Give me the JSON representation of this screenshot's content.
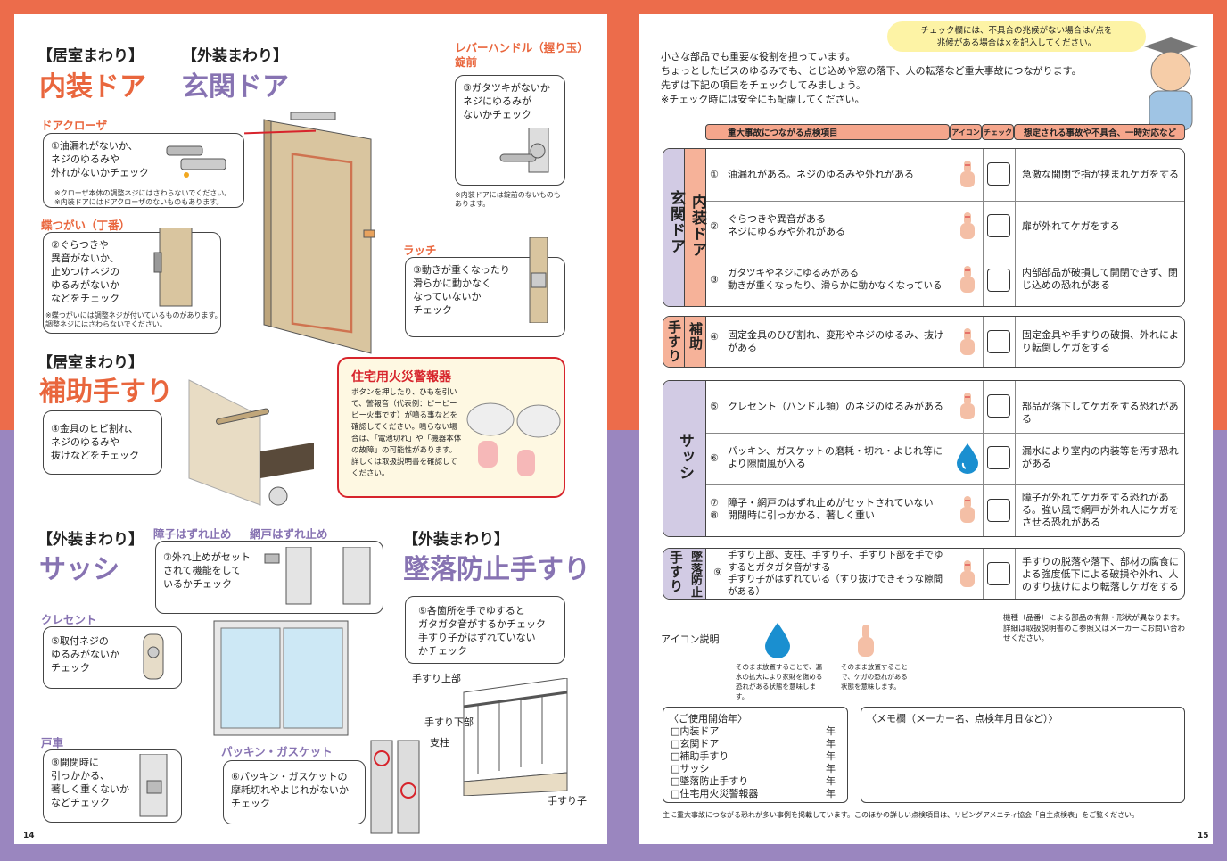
{
  "left": {
    "sec1": {
      "cat_a": "【居室まわり】",
      "title_a": "内装ドア",
      "cat_b": "【外装まわり】",
      "title_b": "玄関ドア"
    },
    "closer": {
      "label": "ドアクローザ",
      "text": "①油漏れがないか、\nネジのゆるみや\n外れがないかチェック",
      "note": "※クローザ本体の調整ネジにはさわらないでください。\n※内装ドアにはドアクローザのないものもあります。"
    },
    "hinge": {
      "label": "蝶つがい（丁番）",
      "text": "②ぐらつきや\n異音がないか、\n止めつけネジの\nゆるみがないか\nなどをチェック",
      "note": "※蝶つがいには調整ネジが付いているものがあります。\n調整ネジにはさわらないでください。"
    },
    "lever": {
      "label": "レバーハンドル（握り玉）\n錠前",
      "text": "③ガタツキがないか\nネジにゆるみが\nないかチェック",
      "note": "※内装ドアには錠前のないものも\nあります。"
    },
    "latch": {
      "label": "ラッチ",
      "text": "③動きが重くなったり\n滑らかに動かなく\nなっていないか\nチェック"
    },
    "sec2": {
      "cat": "【居室まわり】",
      "title": "補助手すり",
      "text": "④金具のヒビ割れ、\nネジのゆるみや\n抜けなどをチェック"
    },
    "alarm": {
      "title": "住宅用火災警報器",
      "text": "ボタンを押したり、ひもを引いて、警報音（代表例：ピーピーピー火事です）が鳴る事などを確認してください。鳴らない場合は、「電池切れ」や「機器本体の故障」の可能性があります。詳しくは取扱説明書を確認してください。"
    },
    "sec3": {
      "cat": "【外装まわり】",
      "title": "サッシ",
      "stop1": "障子はずれ止め",
      "stop2": "網戸はずれ止め",
      "stop_text": "⑦外れ止めがセット\nされて機能をして\nいるかチェック",
      "crescent_label": "クレセント",
      "crescent_text": "⑤取付ネジの\nゆるみがないか\nチェック",
      "roller_label": "戸車",
      "roller_text": "⑧開閉時に\n引っかかる、\n著しく重くないか\nなどチェック",
      "gasket_label": "パッキン・ガスケット",
      "gasket_text": "⑥パッキン・ガスケットの\n摩耗切れやよじれがないか\nチェック"
    },
    "sec4": {
      "cat": "【外装まわり】",
      "title": "墜落防止手すり",
      "text": "⑨各箇所を手でゆすると\nガタガタ音がするかチェック\n手すり子がはずれていない\nかチェック",
      "p1": "手すり上部",
      "p2": "手すり下部",
      "p3": "支柱",
      "p4": "手すり子"
    },
    "page_no": "14"
  },
  "right": {
    "balloon": "チェック欄には、不具合の兆候がない場合は√点を\n兆候がある場合は×を記入してください。",
    "intro": [
      "小さな部品でも重要な役割を担っています。",
      "ちょっとしたビスのゆるみでも、とじ込めや窓の落下、人の転落など重大事故につながります。",
      "先ずは下記の項目をチェックしてみましょう。",
      "※チェック時には安全にも配慮してください。"
    ],
    "headers": {
      "item": "重大事故につながる点検項目",
      "icon": "アイコン",
      "check": "チェック",
      "result": "想定される事故や不具合、一時対応など"
    },
    "groups": [
      {
        "label_a": "玄関ドア",
        "label_b": "内装ドア",
        "rows": [
          {
            "no": "①",
            "item": "油漏れがある。ネジのゆるみや外れがある",
            "result": "急激な開閉で指が挟まれケガをする",
            "icon": "finger-icon"
          },
          {
            "no": "②",
            "item": "ぐらつきや異音がある\nネジにゆるみや外れがある",
            "result": "扉が外れてケガをする",
            "icon": "finger-icon"
          },
          {
            "no": "③",
            "item": "ガタツキやネジにゆるみがある\n動きが重くなったり、滑らかに動かなくなっている",
            "result": "内部部品が破損して開閉できず、閉じ込めの恐れがある",
            "icon": "finger-icon"
          }
        ]
      },
      {
        "label_a": "補助",
        "label_b": "手すり",
        "rows": [
          {
            "no": "④",
            "item": "固定金具のひび割れ、変形やネジのゆるみ、抜けがある",
            "result": "固定金具や手すりの破損、外れにより転倒しケガをする",
            "icon": "finger-icon"
          }
        ]
      },
      {
        "label_a": "サッシ",
        "rows": [
          {
            "no": "⑤",
            "item": "クレセント（ハンドル類）のネジのゆるみがある",
            "result": "部品が落下してケガをする恐れがある",
            "icon": "finger-icon"
          },
          {
            "no": "⑥",
            "item": "パッキン、ガスケットの磨耗・切れ・よじれ等により隙間風が入る",
            "result": "漏水により室内の内装等を汚す恐れがある",
            "icon": "water-drop-icon"
          },
          {
            "no": "⑦",
            "no2": "⑧",
            "item": "障子・網戸のはずれ止めがセットされていない",
            "item2": "開閉時に引っかかる、著しく重い",
            "result": "障子が外れてケガをする恐れがある。強い風で網戸が外れ人にケガをさせる恐れがある",
            "icon": "finger-icon"
          }
        ]
      },
      {
        "label_a": "墜落",
        "label_b": "防止",
        "label_c": "手すり",
        "rows": [
          {
            "no": "⑨",
            "item": "手すり上部、支柱、手すり子、手すり下部を手でゆするとガタガタ音がする\n手すり子がはずれている（すり抜けできそうな隙間がある）",
            "result": "手すりの脱落や落下、部材の腐食による強度低下による破損や外れ、人のすり抜けにより転落しケガをする",
            "icon": "finger-icon"
          }
        ]
      }
    ],
    "legend": {
      "title": "アイコン説明",
      "drop_text": "そのまま放置することで、漏水の拡大により家財を傷める恐れがある状態を意味します。",
      "finger_text": "そのまま放置すること で、ケガの恐れがある 状態を意味します。",
      "side_note": "機種（品番）による部品の有無・形状が異なります。\n詳細は取扱説明書のご参照又はメーカーにお問い合わせください。"
    },
    "start_year": {
      "title": "〈ご使用開始年〉",
      "items": [
        "□内装ドア",
        "□玄関ドア",
        "□補助手すり",
        "□サッシ",
        "□墜落防止手すり",
        "□住宅用火災警報器"
      ],
      "unit": "年"
    },
    "memo": {
      "title": "〈メモ欄（メーカー名、点検年月日など）〉"
    },
    "footer": "主に重大事故につながる恐れが多い事例を掲載しています。このほかの詳しい点検項目は、リビングアメニティ協会「自主点検表」をご覧ください。",
    "page_no": "15"
  }
}
